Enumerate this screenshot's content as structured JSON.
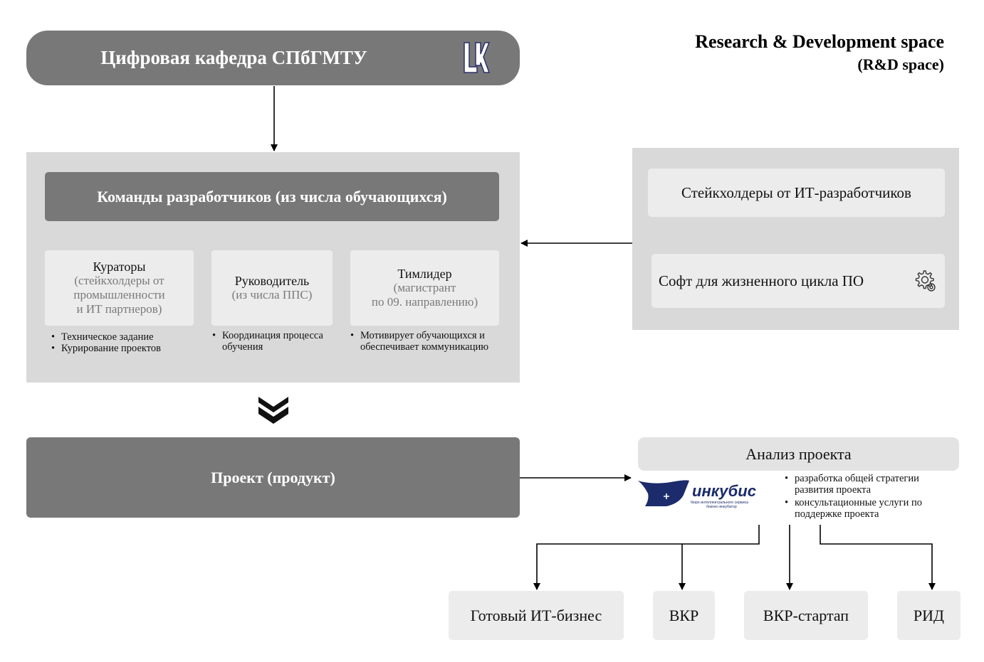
{
  "rd_space": {
    "title": "Research & Development space",
    "subtitle": "(R&D space)"
  },
  "department": {
    "title": "Цифровая кафедра СПбГМТУ",
    "logo_icon": "department-logo-icon"
  },
  "teams": {
    "title": "Команды разработчиков (из числа обучающихся)"
  },
  "roles": [
    {
      "title": "Кураторы",
      "subtitle_lines": [
        "(стейкхолдеры от",
        "промышленности",
        "и ИТ партнеров)"
      ],
      "bullets": [
        "Техническое задание",
        "Курирование проектов"
      ]
    },
    {
      "title": "Руководитель",
      "subtitle_lines": [
        "(из числа ППС)"
      ],
      "bullets": [
        "Координация процесса обучения"
      ]
    },
    {
      "title": "Тимлидер",
      "subtitle_lines": [
        "(магистрант",
        "по 09. направлению)"
      ],
      "bullets": [
        "Мотивирует обучающихся и обеспечивает коммуникацию"
      ]
    }
  ],
  "stakeholders": {
    "title": "Стейкхолдеры от ИТ-разработчиков",
    "software": "Софт для жизненного цикла ПО",
    "software_icon": "gear-icon"
  },
  "project": {
    "title": "Проект (продукт)"
  },
  "analysis": {
    "title": "Анализ проекта",
    "logo_icon": "incubis-logo-icon",
    "logo_text": "инкубис",
    "logo_caption": [
      "бюро интеллектуального сервиса",
      "бизнес-инкубатор"
    ],
    "bullets": [
      "разработка общей стратегии развития проекта",
      "консультационные услуги по поддержке проекта"
    ]
  },
  "outcomes": [
    "Готовый ИТ-бизнес",
    "ВКР",
    "ВКР-стартап",
    "РИД"
  ],
  "colors": {
    "dark_box": "#787878",
    "panel": "#d9d9d9",
    "light_box": "#ececec",
    "logo_navy": "#1b2b6b"
  }
}
